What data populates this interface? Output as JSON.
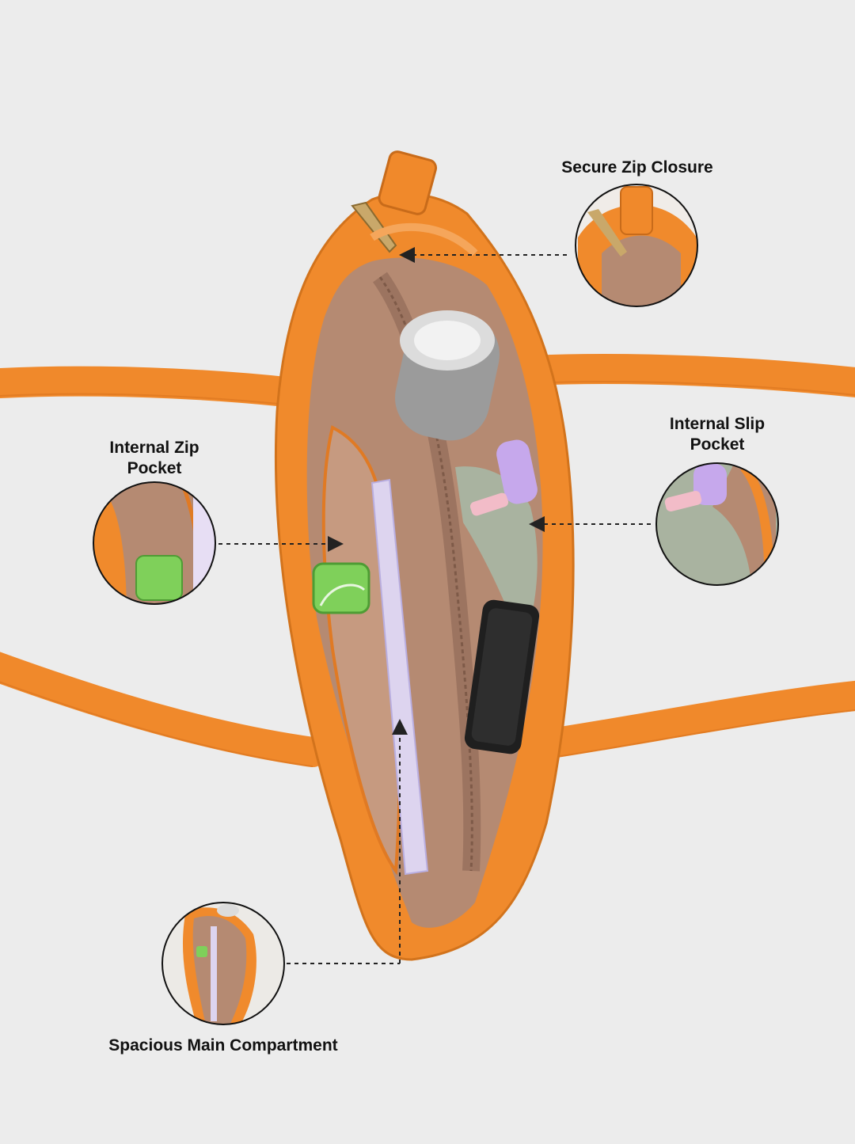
{
  "features": {
    "zip_closure": {
      "label": "Secure Zip Closure"
    },
    "zip_pocket": {
      "label": "Internal Zip\nPocket"
    },
    "slip_pocket": {
      "label": "Internal Slip\nPocket"
    },
    "main_compartment": {
      "label": "Spacious Main Compartment"
    }
  },
  "colors": {
    "background": "#ececec",
    "bag_orange": "#f08a2c",
    "bag_orange_dark": "#d2731c",
    "lining": "#b58a72",
    "lining_dark": "#8a6552",
    "leader_line": "#222222"
  },
  "icons": {
    "bottle": "steel-bottle",
    "phone": "smartphone",
    "notebook": "notebook",
    "case": "green-pouch",
    "lipstick": "lipstick"
  }
}
